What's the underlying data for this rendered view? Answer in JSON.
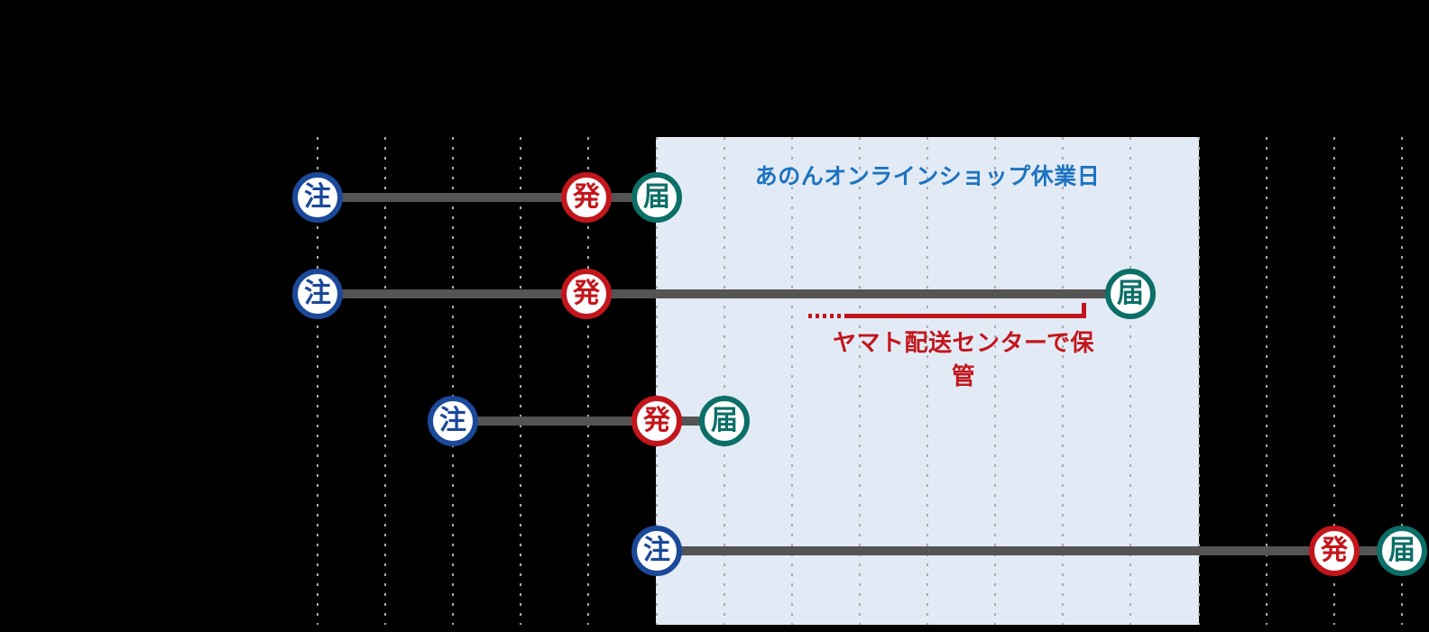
{
  "diagram": {
    "holiday": {
      "label": "あのんオンラインショップ休業日"
    },
    "storage": {
      "label": "ヤマト配送センターで保管"
    },
    "colors": {
      "order_blue": "#1b4899",
      "ship_red": "#c3161c",
      "deliver_teal": "#0c6f68",
      "holiday_bg": "#e2ebf5",
      "holiday_text": "#1d73c0",
      "timeline_gray": "#545454",
      "grid_dot_gray": "#aaaaaa",
      "storage_red": "#c3161c",
      "background": "#000000"
    },
    "rows": [
      {
        "name": "row-1",
        "markers": [
          {
            "type": "order",
            "label": "注"
          },
          {
            "type": "ship",
            "label": "発"
          },
          {
            "type": "deliver",
            "label": "届"
          }
        ]
      },
      {
        "name": "row-2",
        "markers": [
          {
            "type": "order",
            "label": "注"
          },
          {
            "type": "ship",
            "label": "発"
          },
          {
            "type": "deliver",
            "label": "届"
          }
        ]
      },
      {
        "name": "row-3",
        "markers": [
          {
            "type": "order",
            "label": "注"
          },
          {
            "type": "ship",
            "label": "発"
          },
          {
            "type": "deliver",
            "label": "届"
          }
        ]
      },
      {
        "name": "row-4",
        "markers": [
          {
            "type": "order",
            "label": "注"
          },
          {
            "type": "ship",
            "label": "発"
          },
          {
            "type": "deliver",
            "label": "届"
          }
        ]
      }
    ]
  }
}
